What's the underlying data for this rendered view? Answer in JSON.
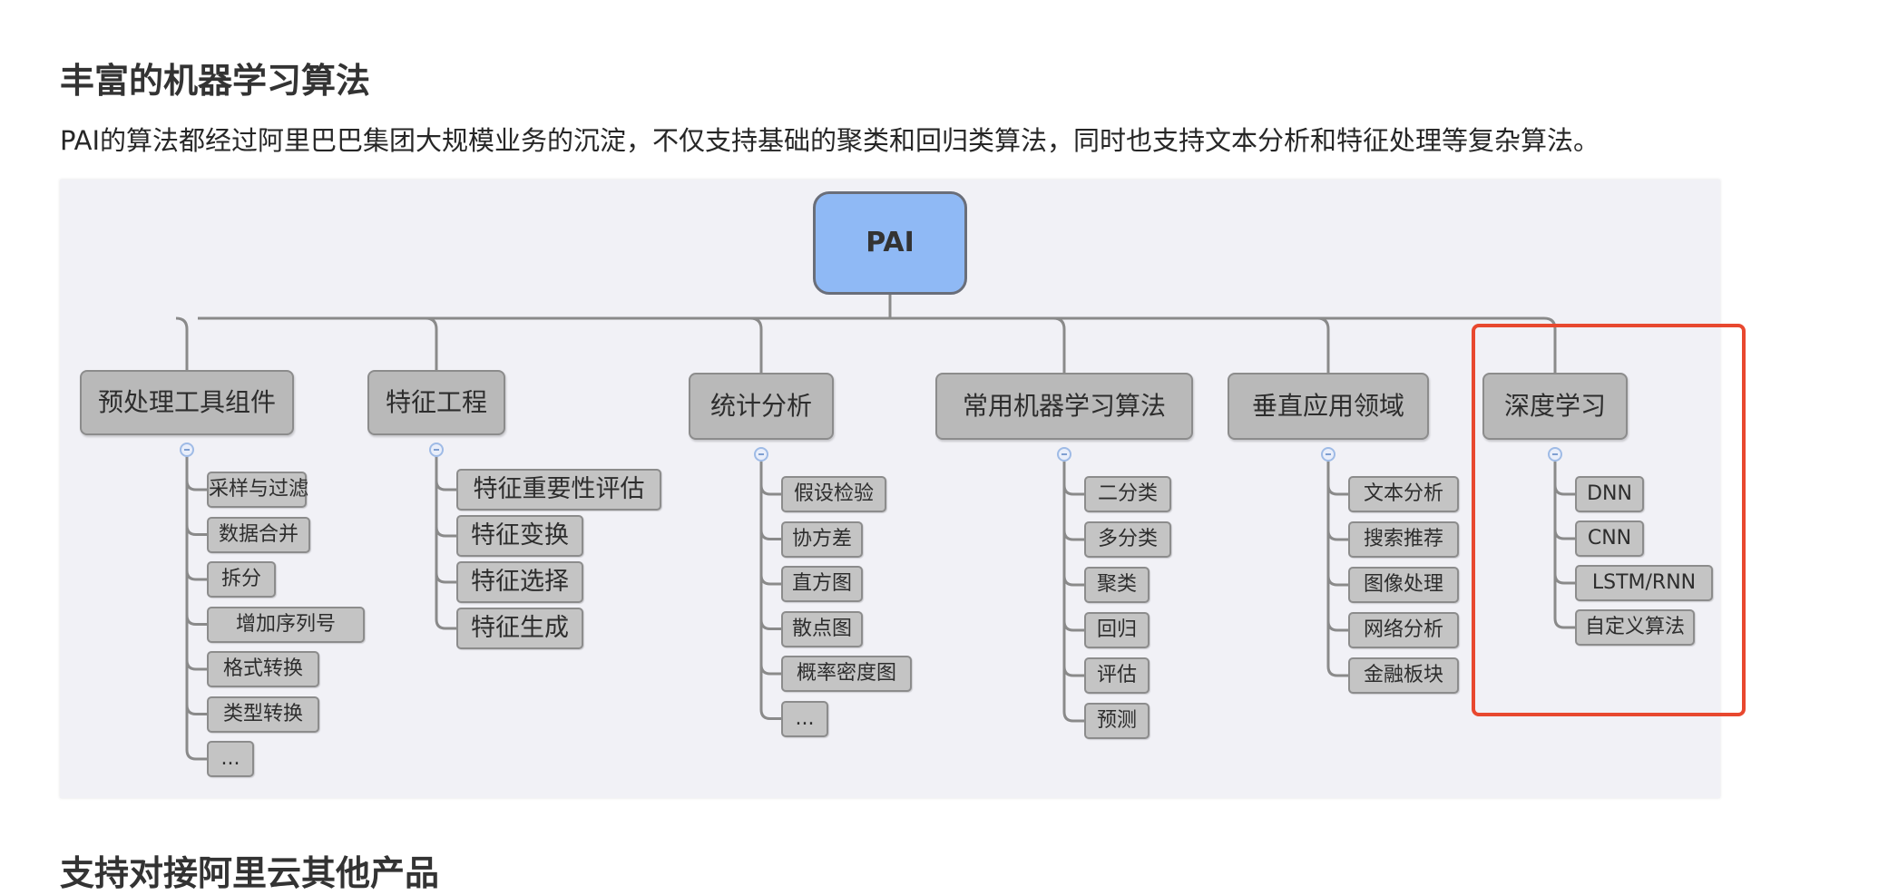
{
  "section": {
    "title": "丰富的机器学习算法",
    "description": "PAI的算法都经过阿里巴巴集团大规模业务的沉淀，不仅支持基础的聚类和回归类算法，同时也支持文本分析和特征处理等复杂算法。",
    "next_title": "支持对接阿里云其他产品"
  },
  "diagram": {
    "root": "PAI",
    "branches": [
      {
        "label": "预处理工具组件",
        "children": [
          "采样与过滤",
          "数据合并",
          "拆分",
          "增加序列号",
          "格式转换",
          "类型转换",
          "..."
        ]
      },
      {
        "label": "特征工程",
        "children": [
          "特征重要性评估",
          "特征变换",
          "特征选择",
          "特征生成"
        ]
      },
      {
        "label": "统计分析",
        "children": [
          "假设检验",
          "协方差",
          "直方图",
          "散点图",
          "概率密度图",
          "..."
        ]
      },
      {
        "label": "常用机器学习算法",
        "children": [
          "二分类",
          "多分类",
          "聚类",
          "回归",
          "评估",
          "预测"
        ]
      },
      {
        "label": "垂直应用领域",
        "children": [
          "文本分析",
          "搜索推荐",
          "图像处理",
          "网络分析",
          "金融板块"
        ]
      },
      {
        "label": "深度学习",
        "children": [
          "DNN",
          "CNN",
          "LSTM/RNN",
          "自定义算法"
        ]
      }
    ],
    "highlighted_branch": "深度学习",
    "colors": {
      "root_fill": "#8fb9f5",
      "node_fill": "#b9b9b9",
      "leaf_fill": "#c4c4c4",
      "highlight": "#e8482f",
      "background": "#f1f1f6"
    }
  }
}
